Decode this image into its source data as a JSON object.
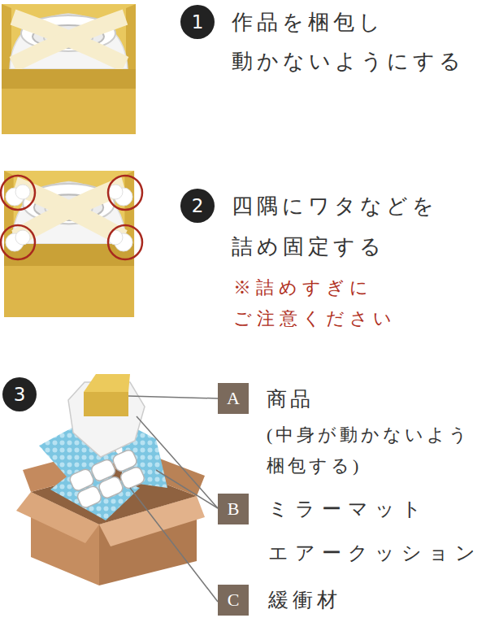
{
  "diagram": {
    "nodes": [
      {
        "text": [
          "1"
        ]
      },
      {
        "text": [
          "2"
        ]
      },
      {
        "text": [
          "3"
        ]
      },
      {
        "text": [
          "A"
        ]
      },
      {
        "text": [
          "B"
        ]
      },
      {
        "text": [
          "C"
        ]
      }
    ],
    "labels": [
      "作品を梱包し 動かないようにする",
      "四隅にワタなどを 詰め固定する",
      "※詰めすぎに ご注意ください",
      "商品",
      "(中身が動かないよう 梱包する)",
      "ミラーマット エアークッション",
      "緩衝材"
    ]
  }
}
